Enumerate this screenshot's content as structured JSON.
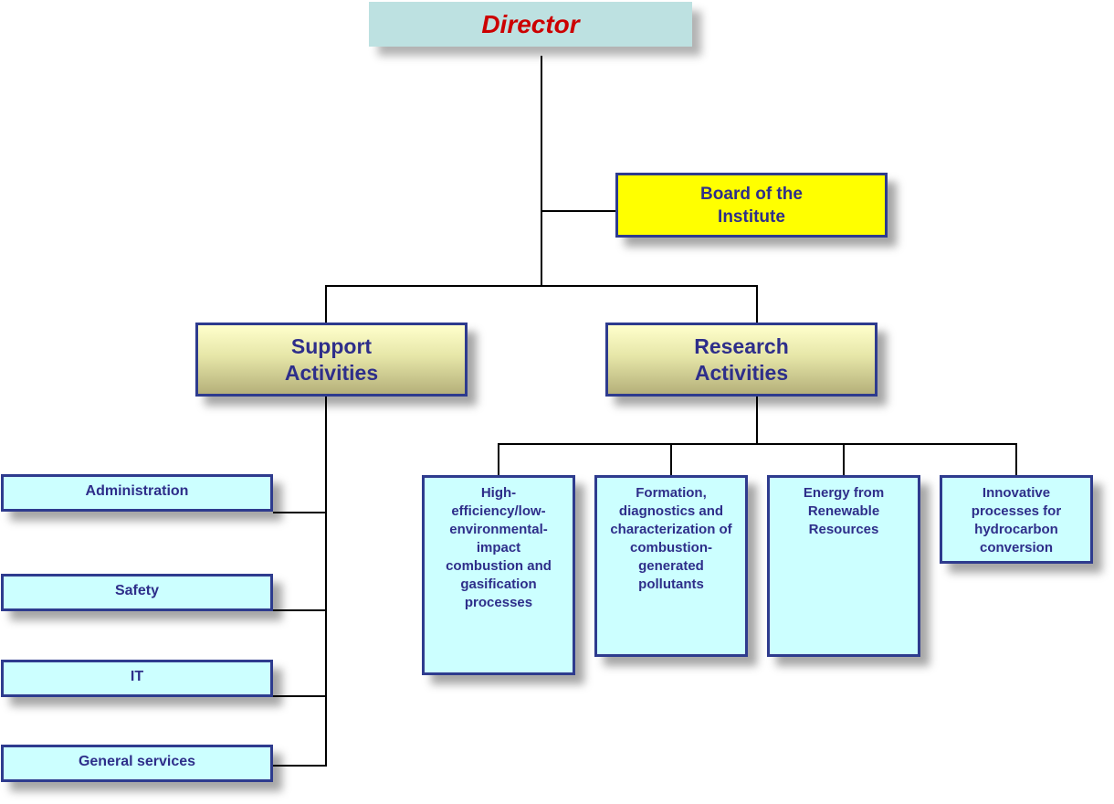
{
  "director": "Director",
  "board": "Board of the Institute",
  "support": {
    "title": "Support Activities",
    "units": [
      "Administration",
      "Safety",
      "IT",
      "General services"
    ]
  },
  "research": {
    "title": "Research Activities",
    "units": [
      "High-efficiency/low-environmental-impact combustion and gasification processes",
      "Formation, diagnostics and characterization of combustion-generated pollutants",
      "Energy from Renewable Resources",
      "Innovative processes for hydrocarbon conversion"
    ]
  },
  "colors": {
    "director_text": "#cc0000",
    "director_fill": "#bde1e1",
    "board_fill": "#ffff00",
    "unit_fill": "#ccffff",
    "border": "#2e3b8e",
    "text": "#2e2e8a"
  }
}
